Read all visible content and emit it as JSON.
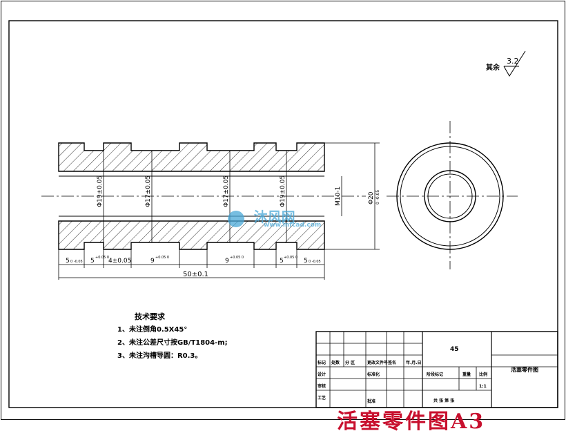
{
  "roughness": {
    "prefix": "其余",
    "value": "3.2"
  },
  "dimensions": {
    "d1": "Φ19±0.05",
    "d2": "Φ17±0.05",
    "d3": "Φ17±0.05",
    "d4": "Φ19±0.05",
    "thread": "M10-1",
    "outer": "Φ20",
    "outer_tol": "0 -0.05",
    "seg1": "5",
    "seg1_tol": "0 -0.05",
    "seg2": "5",
    "seg2_tol": "+0.05 0",
    "seg3": "4±0.05",
    "seg4": "9",
    "seg4_tol": "+0.05 0",
    "seg5": "9",
    "seg5_tol": "+0.05 0",
    "seg6": "5",
    "seg6_tol": "+0.05 0",
    "seg7": "5",
    "seg7_tol": "0 -0.05",
    "total": "50±0.1"
  },
  "tech_requirements": {
    "title": "技术要求",
    "items": [
      "1、未注倒角0.5X45°",
      "2、未注公差尺寸按GB/T1804-m;",
      "3、未注沟槽导圆：R0.3。"
    ]
  },
  "title_block": {
    "material": "45",
    "drawing_name": "活塞零件图",
    "row_labels": [
      "标记",
      "处数",
      "分 区",
      "更改文件号",
      "签名",
      "年.月.日"
    ],
    "design": "设计",
    "check": "审核",
    "std": "标准化",
    "process": "工艺",
    "approve": "批准",
    "stage": "阶段标记",
    "weight": "重量",
    "scale": "比例",
    "scale_val": "1:1",
    "sheet_info": "共 张 第 张"
  },
  "watermark": {
    "text": "沐风网",
    "url": "www.mfcad.com"
  },
  "caption": "活塞零件图A3"
}
